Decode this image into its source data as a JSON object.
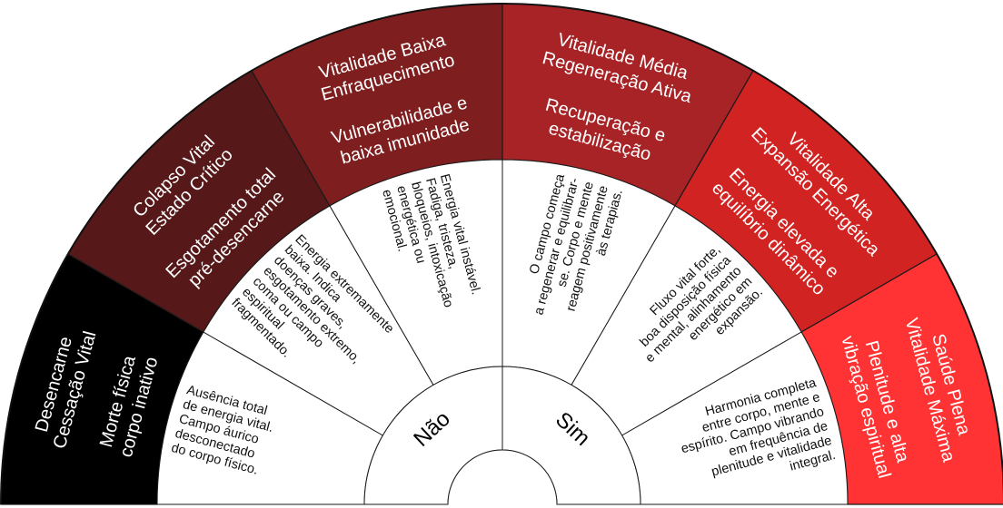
{
  "center": {
    "no_label": "Não",
    "yes_label": "Sim"
  },
  "segments": [
    {
      "color": "#000000",
      "title_lines": [
        "Desencarne",
        "Cessação Vital"
      ],
      "subtitle_lines": [
        "Morte física",
        "corpo inativo"
      ],
      "description_lines": [
        "Ausência total",
        "de energia vital.",
        "Campo áurico",
        "desconectado",
        "do corpo físico."
      ]
    },
    {
      "color": "#561818",
      "title_lines": [
        "Colapso Vital",
        "Estado Crítico"
      ],
      "subtitle_lines": [
        "Esgotamento total",
        "pré-desencarne"
      ],
      "description_lines": [
        "Energia extremamente",
        "baixa. Indica",
        "doenças graves,",
        "esgotamento extremo,",
        "coma ou campo",
        "espiritual",
        "fragmentado."
      ]
    },
    {
      "color": "#7f1e1e",
      "title_lines": [
        "Vitalidade Baixa",
        "Enfraquecimento"
      ],
      "subtitle_lines": [
        "Vulnerabilidade e",
        "baixa imunidade"
      ],
      "description_lines": [
        "Energia vital instável.",
        "Fadiga, tristeza,",
        "bloqueios, intoxicação",
        "energética ou",
        "emocional."
      ]
    },
    {
      "color": "#a82326",
      "title_lines": [
        "Vitalidade Média",
        "Regeneração Ativa"
      ],
      "subtitle_lines": [
        "Recuperação e",
        "estabilização"
      ],
      "description_lines": [
        "O campo começa",
        "a regenerar e equilibrar-",
        "se. Corpo e mente",
        "reagem positivamente",
        "às terapias."
      ]
    },
    {
      "color": "#d22323",
      "title_lines": [
        "Vitalidade Alta",
        "Expansão Energética"
      ],
      "subtitle_lines": [
        "Energia elevada e",
        "equilíbrio dinâmico"
      ],
      "description_lines": [
        "Fluxo vital forte,",
        "boa disposição física",
        "e mental, alinhamento",
        "energético em",
        "expansão."
      ]
    },
    {
      "color": "#ff3333",
      "title_lines": [
        "Saúde Plena",
        "Vitalidade Máxima"
      ],
      "subtitle_lines": [
        "Plenitude e alta",
        "vibração espiritual"
      ],
      "description_lines": [
        "Harmonia completa",
        "entre corpo, mente e",
        "espírito. Campo vibrando",
        "em frequência de",
        "plenitude e vitalidade",
        "integral."
      ]
    }
  ]
}
